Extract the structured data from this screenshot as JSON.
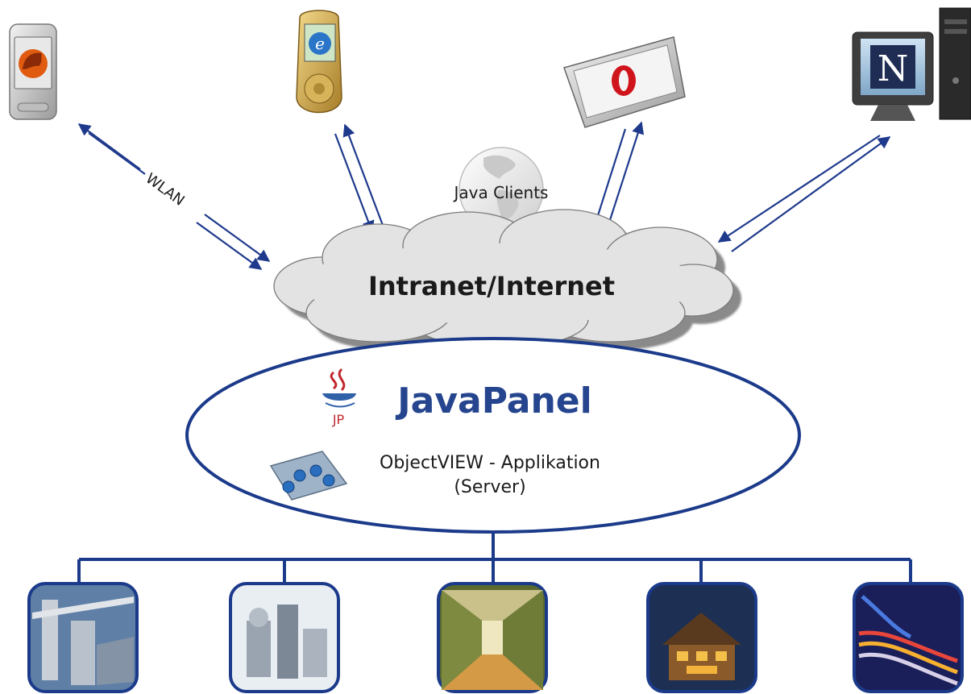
{
  "labels": {
    "wlan": "WLAN",
    "java_clients": "Java Clients",
    "network": "Intranet/Internet",
    "product": "JavaPanel",
    "logo_text": "JP",
    "app_line1": "ObjectVIEW - Applikation",
    "app_line2": "(Server)"
  },
  "colors": {
    "arrow_blue": "#1f3a8c",
    "line_blue": "#1b3a8a",
    "product_blue": "#26458f",
    "logo_red": "#c0282d",
    "cloud_fill": "#e3e3e3",
    "cloud_shadow": "#8a8a8a"
  },
  "clients": [
    {
      "name": "pda-client",
      "browser_icon": "mozilla-icon"
    },
    {
      "name": "mobile-phone-client",
      "browser_icon": "internet-explorer-icon"
    },
    {
      "name": "tablet-client",
      "browser_icon": "opera-icon"
    },
    {
      "name": "desktop-client",
      "browser_icon": "netscape-icon"
    }
  ],
  "endpoints": [
    {
      "name": "industrial-plant-photo",
      "icon": "industrial-plant-icon"
    },
    {
      "name": "process-machinery-photo",
      "icon": "machinery-icon"
    },
    {
      "name": "building-corridor-photo",
      "icon": "corridor-icon"
    },
    {
      "name": "residential-house-photo",
      "icon": "house-icon"
    },
    {
      "name": "network-cabling-photo",
      "icon": "cables-icon"
    }
  ]
}
